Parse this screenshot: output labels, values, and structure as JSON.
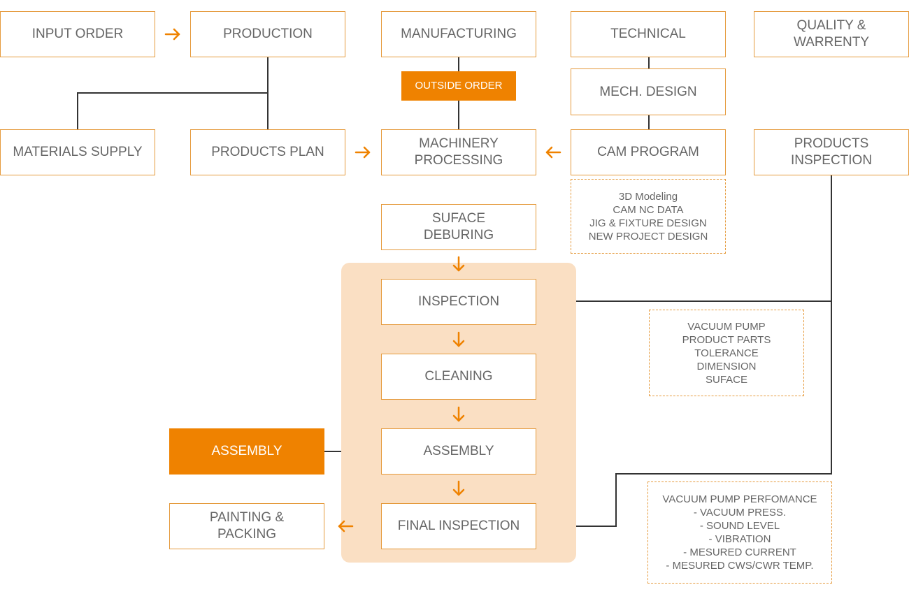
{
  "colors": {
    "accent": "#ef8200",
    "border": "#e59a3c",
    "group_bg": "#fadfc3",
    "text": "#666666",
    "line": "#333333"
  },
  "nodes": {
    "input_order": "INPUT ORDER",
    "production": "PRODUCTION",
    "manufacturing": "MANUFACTURING",
    "technical": "TECHNICAL",
    "quality_warrenty": "QUALITY &\nWARRENTY",
    "outside_order": "OUTSIDE ORDER",
    "mech_design": "MECH. DESIGN",
    "materials_supply": "MATERIALS SUPPLY",
    "products_plan": "PRODUCTS PLAN",
    "machinery_processing": "MACHINERY\nPROCESSING",
    "cam_program": "CAM PROGRAM",
    "products_inspection": "PRODUCTS\nINSPECTION",
    "suface_deburing": "SUFACE\nDEBURING",
    "inspection": "INSPECTION",
    "cleaning": "CLEANING",
    "assembly": "ASSEMBLY",
    "assembly_side": "ASSEMBLY",
    "final_inspection": "FINAL INSPECTION",
    "painting_packing": "PAINTING &\nPACKING"
  },
  "notes": {
    "cam_details": "3D Modeling\nCAM  NC DATA\nJIG & FIXTURE DESIGN\nNEW PROJECT DESIGN",
    "inspection_details": "VACUUM PUMP\nPRODUCT PARTS\nTOLERANCE\nDIMENSION\nSUFACE",
    "performance_details": "VACUUM PUMP PERFOMANCE\n- VACUUM PRESS.\n- SOUND LEVEL\n- VIBRATION\n- MESURED CURRENT\n- MESURED CWS/CWR TEMP."
  },
  "icons": {
    "flow_arrow": "arrow-icon"
  }
}
